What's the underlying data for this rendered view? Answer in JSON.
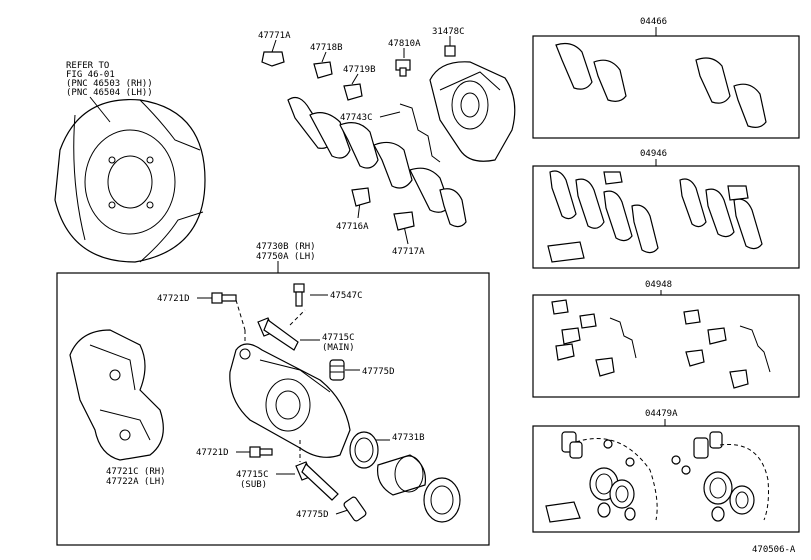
{
  "refer_note": {
    "line1": "REFER TO",
    "line2": "FIG 46-01",
    "line3": "(PNC 46503 (RH))",
    "line4": "(PNC 46504 (LH))"
  },
  "top_labels": {
    "p47771A": "47771A",
    "p47718B": "47718B",
    "p47810A": "47810A",
    "p31478C": "31478C",
    "p47719B": "47719B",
    "p47743C": "47743C",
    "p47716A": "47716A",
    "p47717A": "47717A"
  },
  "caliper_box": {
    "title_rh": "47730B (RH)",
    "title_lh": "47750A (LH)",
    "p47721D_top": "47721D",
    "p47547C": "47547C",
    "p47715C_main_1": "47715C",
    "p47715C_main_2": "(MAIN)",
    "p47775D_top": "47775D",
    "p47731B": "47731B",
    "p47721D_bottom": "47721D",
    "p47715C_sub_1": "47715C",
    "p47715C_sub_2": "(SUB)",
    "p47775D_bottom": "47775D",
    "p47721C": "47721C (RH)",
    "p47722A": "47722A (LH)"
  },
  "kits": {
    "k04466": "04466",
    "k04946": "04946",
    "k04948": "04948",
    "k04479A": "04479A"
  },
  "figure_id": "470506-A"
}
